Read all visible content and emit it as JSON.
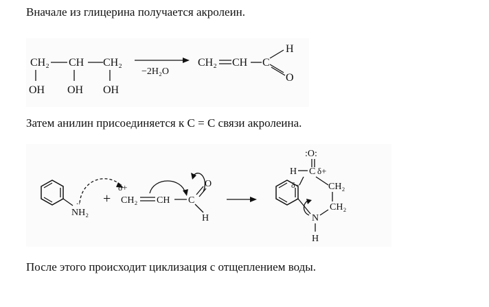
{
  "paragraphs": {
    "p1": "Вначале из глицерина получается акролеин.",
    "p2": "Затем анилин присоединяется к C = C связи акролеина.",
    "p3": "После этого происходит циклизация с отщеплением воды."
  },
  "reaction1": {
    "glycerol": {
      "ch2_left": "CH₂",
      "ch": "CH",
      "ch2_right": "CH₂",
      "oh1": "OH",
      "oh2": "OH",
      "oh3": "OH"
    },
    "arrow_label": "−2H₂O",
    "acrolein": {
      "ch2": "CH₂",
      "ch": "CH",
      "c": "C",
      "h": "H",
      "o": "O"
    }
  },
  "reaction2": {
    "aniline_nh2": "NH₂",
    "plus": "+",
    "delta_plus": "δ+",
    "acrolein_ch2": "CH₂",
    "acrolein_ch": "CH",
    "acrolein_c": "C",
    "acrolein_o": "O",
    "acrolein_h": "H",
    "product": {
      "o": ":O:",
      "h_left": "H",
      "c": "C",
      "delta_plus": "δ+",
      "delta_minus": "δ−",
      "ch2_top": "CH₂",
      "ch2_bottom": "CH₂",
      "n": "N",
      "h_bottom": "H"
    }
  }
}
